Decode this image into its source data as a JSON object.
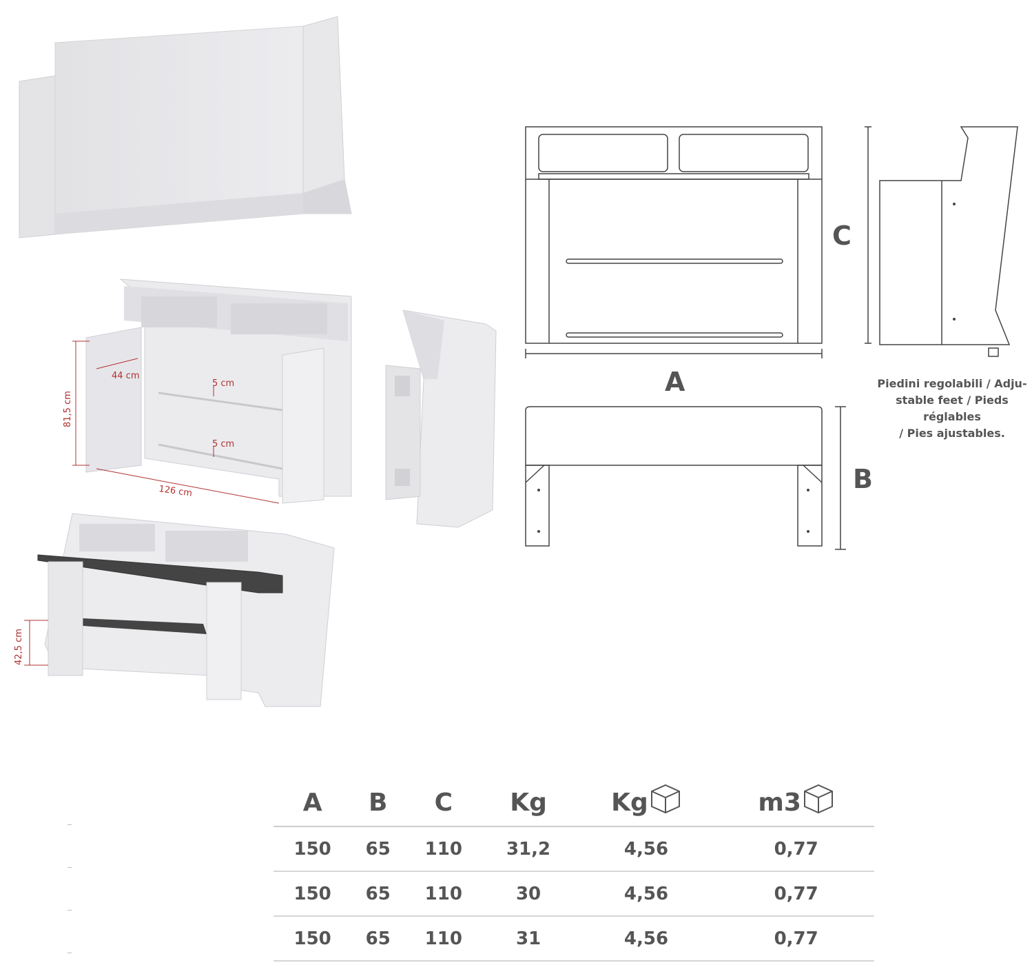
{
  "photos": {
    "rendered_bar": {
      "caption": ""
    },
    "inner_view": {
      "dim_depth": "44 cm",
      "dim_height": "81,5 cm",
      "dim_shelf_top": "5 cm",
      "dim_shelf_bottom": "5 cm",
      "dim_width": "126 cm"
    },
    "assembled_view": {
      "dim_shelf_height": "42,5 cm"
    }
  },
  "drawings": {
    "label_a": "A",
    "label_b": "B",
    "label_c": "C",
    "feet_note_lines": [
      "Piedini regolabili / Adju-",
      "stable feet / Pieds réglables",
      "/ Pies ajustables."
    ]
  },
  "table": {
    "headers": [
      {
        "label": "A",
        "icon": ""
      },
      {
        "label": "B",
        "icon": ""
      },
      {
        "label": "C",
        "icon": ""
      },
      {
        "label": "Kg",
        "icon": ""
      },
      {
        "label": "Kg",
        "icon": "package-box-icon"
      },
      {
        "label": "m3",
        "icon": "package-box-icon"
      }
    ],
    "rows": [
      [
        "150",
        "65",
        "110",
        "31,2",
        "4,56",
        "0,77"
      ],
      [
        "150",
        "65",
        "110",
        "30",
        "4,56",
        "0,77"
      ],
      [
        "150",
        "65",
        "110",
        "31",
        "4,56",
        "0,77"
      ]
    ]
  },
  "colors": {
    "dimension_red": "#b03030",
    "line_gray": "#444444",
    "product_white": "#e8e8ea",
    "shelf_dark": "#444444"
  }
}
